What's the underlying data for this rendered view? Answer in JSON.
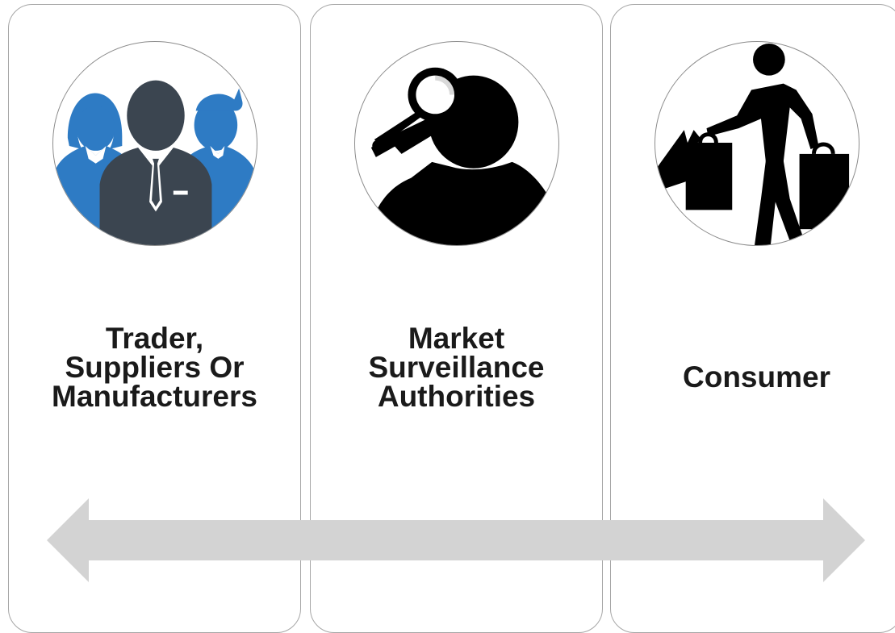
{
  "panels": [
    {
      "icon": "business-people-icon",
      "label_lines": [
        "Trader,",
        "Suppliers Or",
        "Manufacturers"
      ]
    },
    {
      "icon": "magnifying-glass-inspector-icon",
      "label_lines": [
        "Market",
        "Surveillance",
        "Authorities"
      ]
    },
    {
      "icon": "shopper-with-bags-icon",
      "label_lines": [
        "Consumer"
      ]
    }
  ],
  "colors": {
    "panel_border": "#a6a6a6",
    "blue_figures": "#2e7bc4",
    "dark_figure": "#3b4550",
    "black_silhouette": "#000000",
    "arrow": "#d3d3d3"
  }
}
